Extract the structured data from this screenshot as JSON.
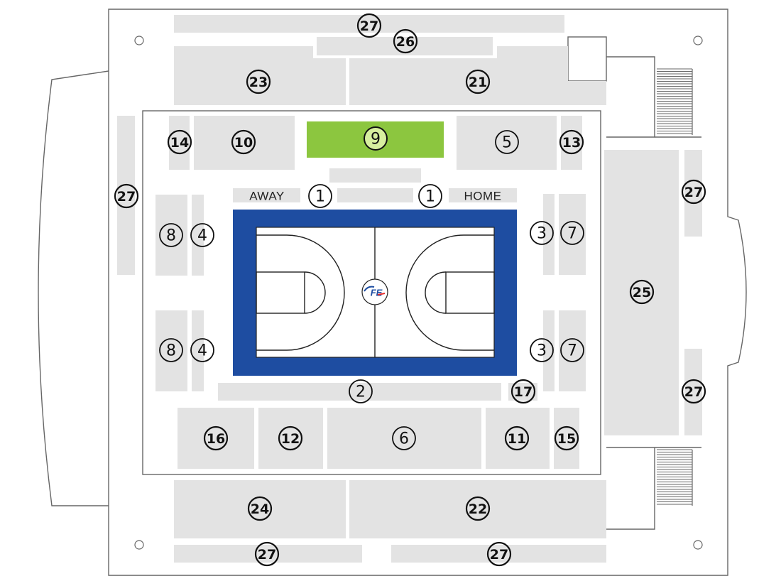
{
  "court": {
    "surround_color": "#1e4da1",
    "floor_color": "#ffffff",
    "logo_text": "FE",
    "logo_colors": [
      "#1e4da1",
      "#e62e2e"
    ],
    "center_circle_logo": "circle-logo-icon"
  },
  "labels": {
    "away": "AWAY",
    "home": "HOME"
  },
  "highlight": {
    "section": "9",
    "color": "#8cc63f"
  },
  "sections": {
    "s1a": "1",
    "s1b": "1",
    "s2": "2",
    "s3a": "3",
    "s3b": "3",
    "s4a": "4",
    "s4b": "4",
    "s5": "5",
    "s6": "6",
    "s7a": "7",
    "s7b": "7",
    "s8a": "8",
    "s8b": "8",
    "s9": "9",
    "s10": "10",
    "s11": "11",
    "s12": "12",
    "s13": "13",
    "s14": "14",
    "s15": "15",
    "s16": "16",
    "s17": "17",
    "s21": "21",
    "s22": "22",
    "s23": "23",
    "s24": "24",
    "s25": "25",
    "s26": "26",
    "s27a": "27",
    "s27b": "27",
    "s27c": "27",
    "s27d": "27",
    "s27e": "27",
    "s27f": "27"
  },
  "colors": {
    "block": "#e3e3e3",
    "outline": "#666666"
  }
}
